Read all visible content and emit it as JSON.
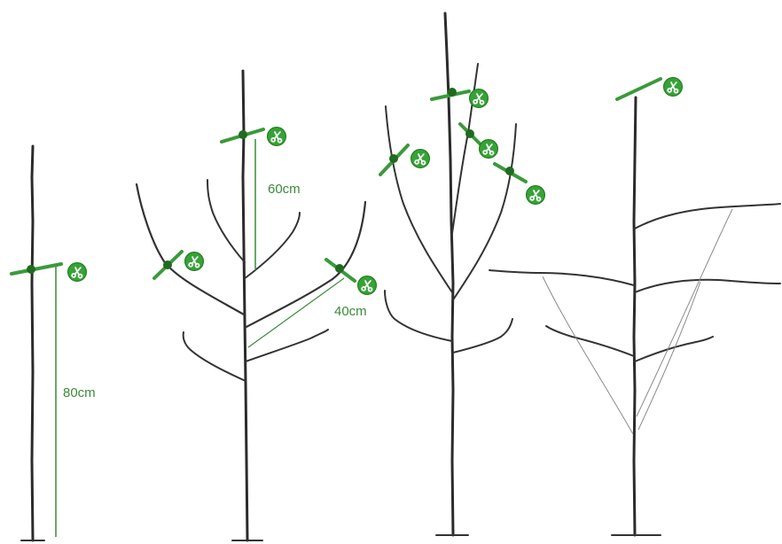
{
  "colors": {
    "cut_bar": "#3a9a3a",
    "cut_dot": "#1f6b1f",
    "scissor_badge": "#36a336",
    "scissor_badge_dark": "#1e7a1e",
    "measure_line": "#3a8a3a",
    "measure_text": "#3a8a3a",
    "bark": "#2b2b2b"
  },
  "icons": {
    "cut": "scissors-icon"
  },
  "trees": [
    {
      "id": "tree-1-whip",
      "cuts": 1,
      "measurements": [
        {
          "label": "80cm"
        }
      ]
    },
    {
      "id": "tree-2-first-year",
      "cuts": 3,
      "measurements": [
        {
          "label": "60cm"
        },
        {
          "label": "40cm"
        }
      ]
    },
    {
      "id": "tree-3-second-year",
      "cuts": 4,
      "measurements": []
    },
    {
      "id": "tree-4-trained",
      "cuts": 1,
      "measurements": []
    }
  ]
}
